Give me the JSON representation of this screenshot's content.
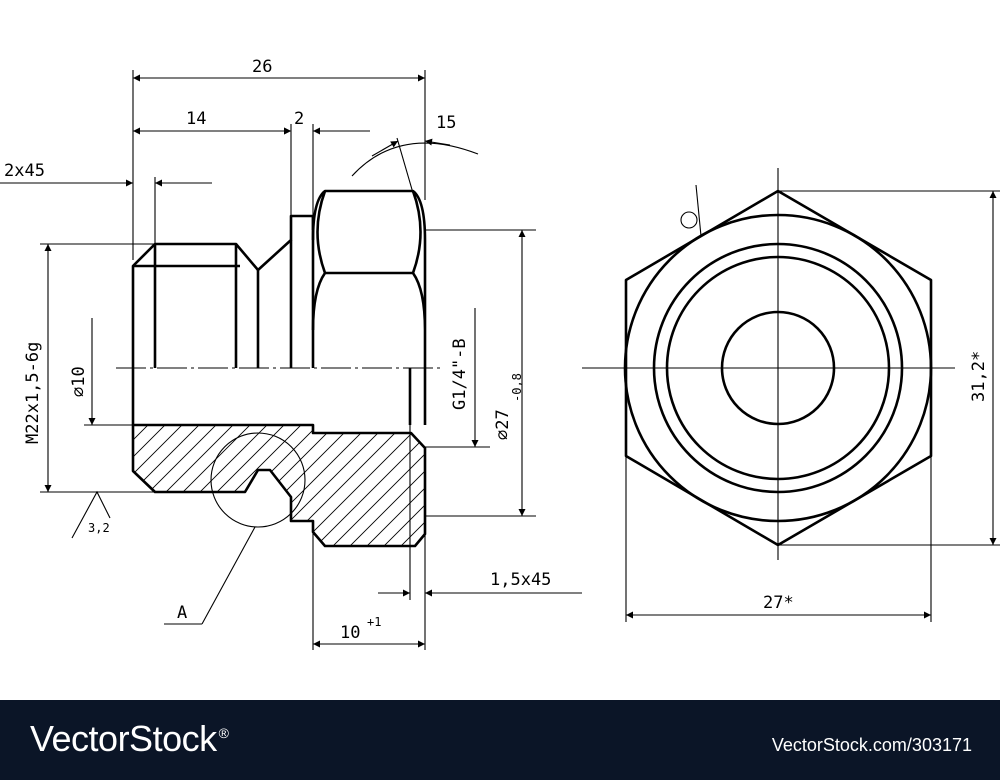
{
  "drawing": {
    "dimensions": {
      "overall_length": "26",
      "thread_length": "14",
      "groove_width": "2",
      "angle": "15",
      "chamfer_left": "2x45",
      "thread_spec": "M22x1,5-6g",
      "bore_diameter": "⌀10",
      "surface_roughness": "3,2",
      "pipe_thread": "G1/4\"-B",
      "hex_collar_diameter": "⌀27",
      "hex_collar_tolerance": "-0,8",
      "chamfer_right": "1,5x45",
      "hex_thickness": "10",
      "hex_thickness_tolerance": "+1",
      "detail_label": "A",
      "across_corners": "31,2*",
      "across_flats": "27*"
    }
  },
  "footer": {
    "brand": "VectorStock",
    "brand_mark": "®",
    "image_id": "VectorStock.com/303171"
  },
  "colors": {
    "footer_background": "#0b1527",
    "line": "#000000",
    "background": "#ffffff"
  }
}
